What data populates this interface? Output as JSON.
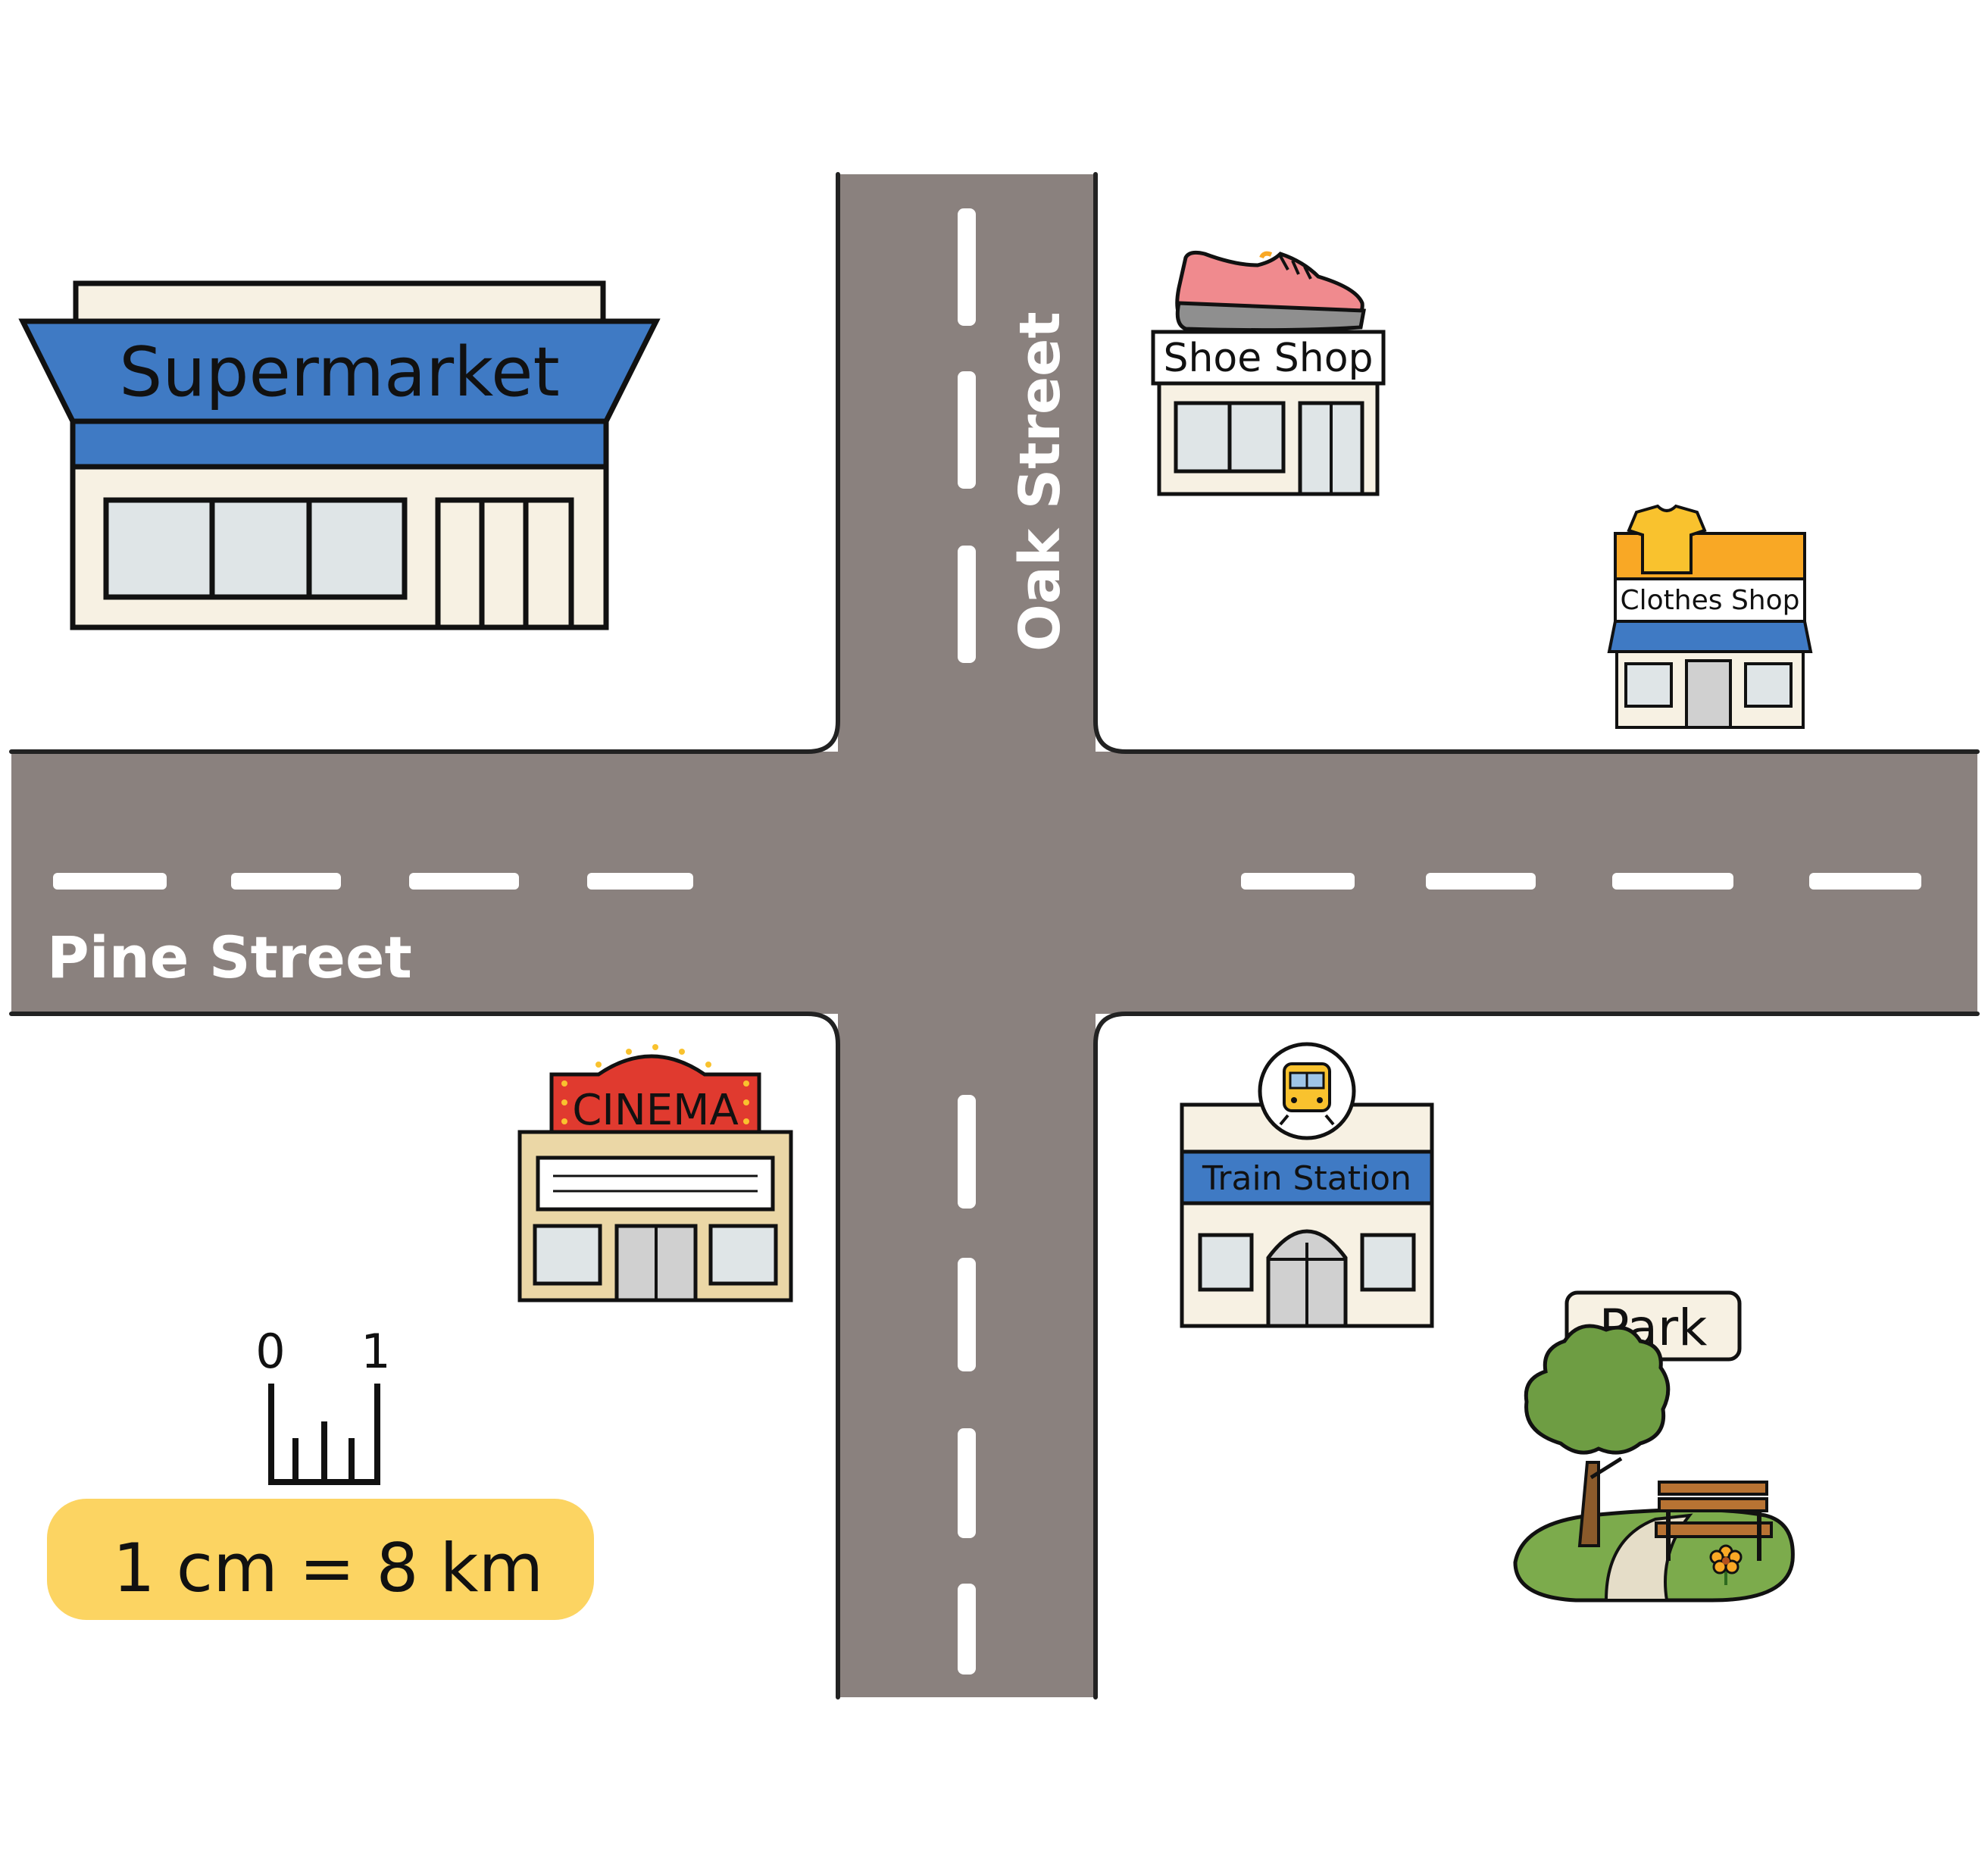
{
  "map": {
    "streets": {
      "horizontal": "Pine Street",
      "vertical": "Oak Street"
    },
    "places": {
      "supermarket": "Supermarket",
      "shoe_shop": "Shoe Shop",
      "clothes_shop": "Clothes Shop",
      "cinema": "CINEMA",
      "train_station": "Train Station",
      "park": "Park"
    },
    "scale": {
      "tick_start": "0",
      "tick_end": "1",
      "label": "1 cm = 8 km"
    },
    "colors": {
      "road": "#8a817e",
      "supermarket_blue": "#3f7ac4",
      "cinema_red": "#e03a2f",
      "clothes_orange": "#f9a825",
      "scale_yellow": "#fcd462",
      "park_green": "#7cab4c"
    },
    "icons": [
      "sneaker-icon",
      "t-shirt-icon",
      "train-icon",
      "tree-icon",
      "bench-icon",
      "flower-icon",
      "ruler-icon"
    ]
  }
}
